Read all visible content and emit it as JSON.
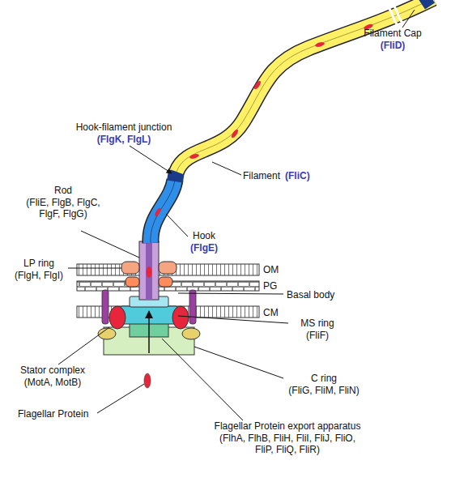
{
  "diagram": {
    "labels": [
      "Filament Cap",
      "(FliD)",
      "Hook-filament junction",
      "(FlgK, FlgL)",
      "Filament",
      "(FliC)",
      "Rod",
      "(FliE, FlgB, FlgC, FlgF, FlgG)",
      "Hook",
      "(FlgE)",
      "LP ring",
      "(FlgH, FlgI)",
      "OM",
      "PG",
      "Basal body",
      "CM",
      "MS ring",
      "(FliF)",
      "Stator complex",
      "(MotA, MotB)",
      "C ring",
      "(FliG, FliM, FliN)",
      "Flagellar Protein",
      "Flagellar Protein export apparatus",
      "(FlhA, FlhB, FliH, FliI, FliJ, FliO, FliP, FliQ, FliR)"
    ]
  }
}
